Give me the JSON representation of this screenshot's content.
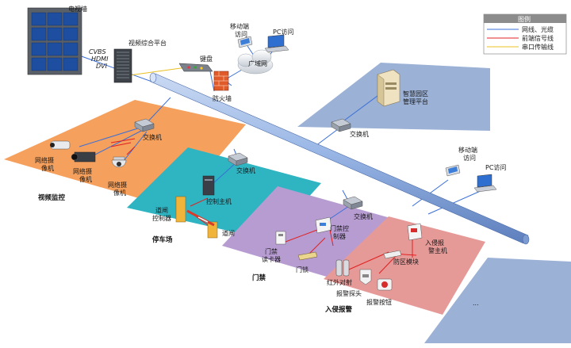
{
  "legend": {
    "title": "图例",
    "items": [
      {
        "label": "网线、光缆",
        "color": "#3a6fd8"
      },
      {
        "label": "前端信号线",
        "color": "#e02020"
      },
      {
        "label": "串口传输线",
        "color": "#e8c020"
      }
    ]
  },
  "top": {
    "video_wall": "电视墙",
    "video_platform": "视频综合平台",
    "cvbs": "CVBS",
    "hdmi": "HDMI",
    "dvi": "DVI",
    "keyboard": "键盘",
    "firewall": "防火墙",
    "wan": "广域网",
    "mobile_access_1": "移动端",
    "mobile_access_2": "访问",
    "pc_access": "PC访问"
  },
  "smart_park": {
    "platform_1": "智慧园区",
    "platform_2": "管理平台",
    "switch": "交换机"
  },
  "right_access": {
    "mobile_1": "移动端",
    "mobile_2": "访问",
    "pc": "PC访问"
  },
  "video": {
    "zone": "视频监控",
    "switch": "交换机",
    "cam1_a": "网络摄",
    "cam1_b": "像机",
    "cam2_a": "网络摄",
    "cam2_b": "像机",
    "cam3_a": "网络摄",
    "cam3_b": "像机"
  },
  "parking": {
    "zone": "停车场",
    "switch": "交换机",
    "controller": "控制主机",
    "gate_ctrl_1": "道闸",
    "gate_ctrl_2": "控制器",
    "gate": "道闸"
  },
  "access": {
    "zone": "门禁",
    "switch": "交换机",
    "ctrl_1": "门禁控",
    "ctrl_2": "制器",
    "reader_1": "门禁",
    "reader_2": "读卡器",
    "lock": "门锁"
  },
  "intrusion": {
    "zone": "入侵报警",
    "host_1": "入侵报",
    "host_2": "警主机",
    "module": "防区模块",
    "ir": "红外对射",
    "probe": "报警探头",
    "button": "报警按钮"
  },
  "more": "..."
}
